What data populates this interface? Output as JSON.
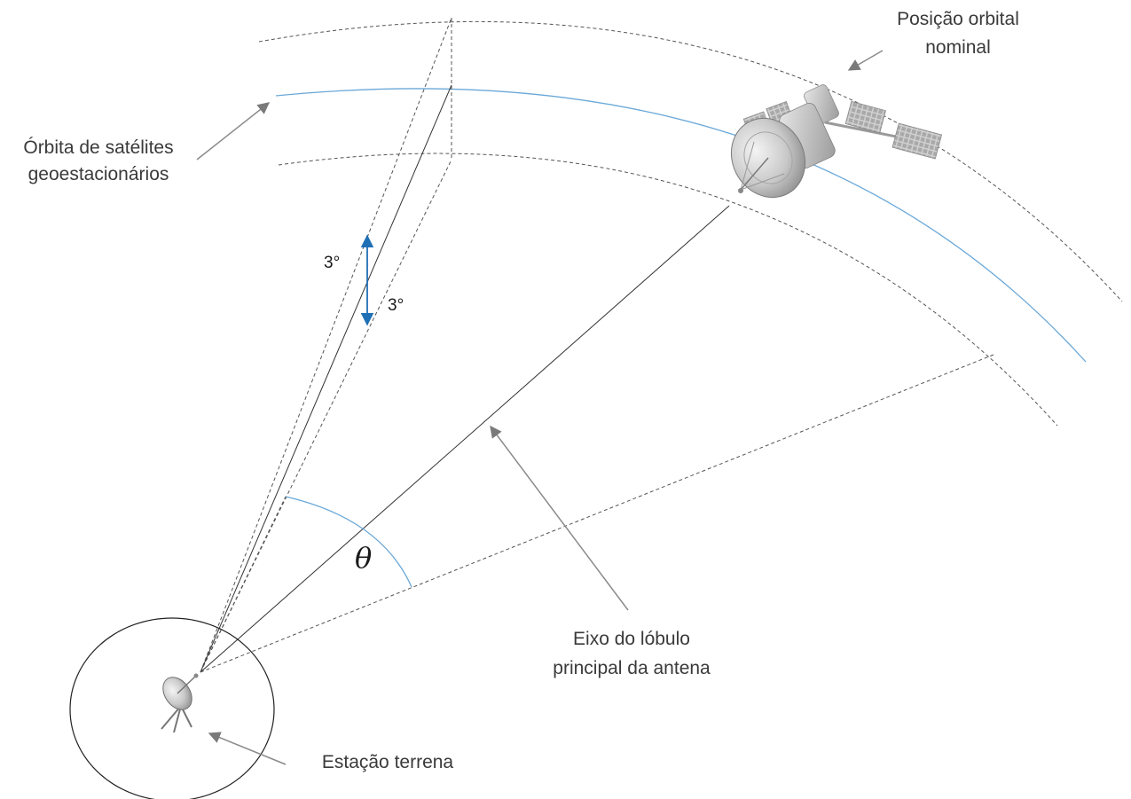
{
  "labels": {
    "nominal_position": [
      "Posição orbital",
      "nominal"
    ],
    "geostationary_orbit": [
      "Órbita de satélites",
      "geoestacionários"
    ],
    "main_lobe_axis": [
      "Eixo do lóbulo",
      "principal da antena"
    ],
    "earth_station": "Estação terrena",
    "upper_angle": "3°",
    "lower_angle": "3°",
    "theta": "θ"
  },
  "colors": {
    "orbit_line": "#6aa8d8",
    "angle_arrows": "#1f6fb5",
    "theta_arc": "#6aa8d8",
    "pointer_arrows": "#8a8a8a"
  },
  "icons": {
    "satellite": "satellite-icon",
    "earth_station": "satellite-dish-icon"
  }
}
